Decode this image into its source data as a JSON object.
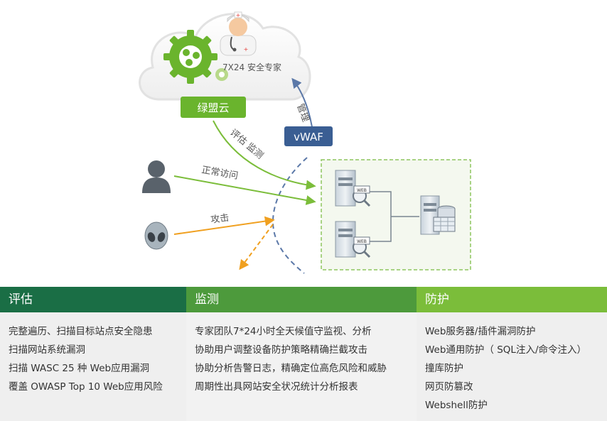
{
  "diagram": {
    "expert_label": "7X24 安全专家",
    "cloud_badge": "绿盟云",
    "vwaf_badge": "vWAF",
    "manage_label": "管理",
    "assess_monitor_label": "评估 监测",
    "normal_access_label": "正常访问",
    "attack_label": "攻击",
    "web_tag": "WEB",
    "colors": {
      "green_arrow": "#7bbd3a",
      "blue_arrow": "#5b78a8",
      "orange_arrow": "#f0a020",
      "cloud_badge": "#6ab42d",
      "vwaf_badge": "#3a5e93"
    }
  },
  "panels": [
    {
      "title": "评估",
      "items": [
        "完整遍历、扫描目标站点安全隐患",
        "扫描网站系统漏洞",
        "扫描 WASC 25 种 Web应用漏洞",
        "覆盖 OWASP Top 10 Web应用风险"
      ]
    },
    {
      "title": "监测",
      "items": [
        "专家团队7*24小时全天候值守监视、分析",
        "协助用户调整设备防护策略精确拦截攻击",
        "协助分析告警日志，精确定位高危风险和威胁",
        "周期性出具网站安全状况统计分析报表"
      ]
    },
    {
      "title": "防护",
      "items": [
        "Web服务器/插件漏洞防护",
        "Web通用防护（ SQL注入/命令注入）",
        "撞库防护",
        "网页防篡改",
        "Webshell防护"
      ]
    }
  ]
}
